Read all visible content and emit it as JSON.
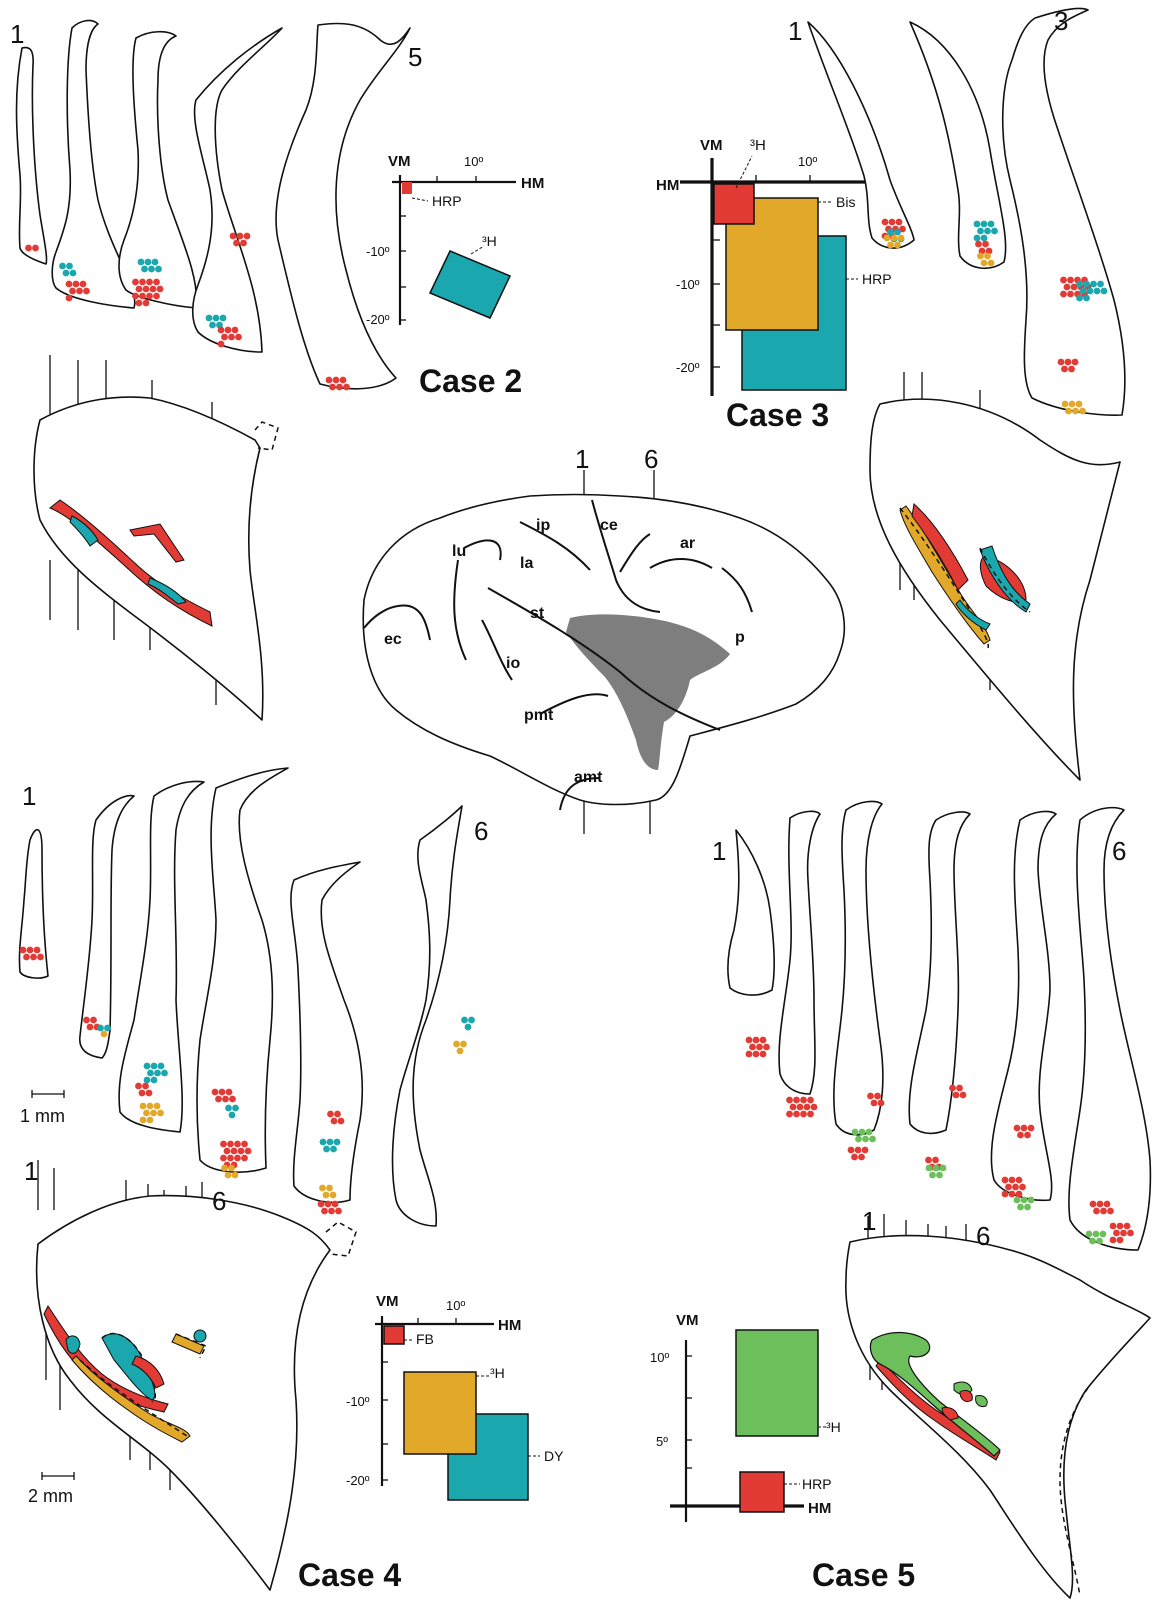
{
  "colors": {
    "red": "#e23a35",
    "cyan": "#1aa7ad",
    "gold": "#e2a82a",
    "green": "#6cbf5a",
    "gray": "#7e7e7e"
  },
  "case2": {
    "title": "Case 2",
    "section_first": "1",
    "section_last": "5",
    "axis_vm": "VM",
    "axis_hm": "HM",
    "tick_10": "10º",
    "tick_m10": "-10º",
    "tick_m20": "-20º",
    "tracer_hrp": "HRP",
    "tracer_3h": "³H"
  },
  "case3": {
    "title": "Case 3",
    "section_first": "1",
    "section_last": "3",
    "axis_vm": "VM",
    "axis_hm": "HM",
    "tick_10": "10º",
    "tick_m10": "-10º",
    "tick_m20": "-20º",
    "tracer_3h": "³H",
    "tracer_bis": "Bis",
    "tracer_hrp": "HRP"
  },
  "brain": {
    "marker_1": "1",
    "marker_6": "6",
    "sulci": [
      "ip",
      "ce",
      "ar",
      "lu",
      "la",
      "st",
      "p",
      "ec",
      "io",
      "pmt",
      "amt"
    ]
  },
  "case4": {
    "title": "Case 4",
    "section_first": "1",
    "section_last": "6",
    "scale_small": "1 mm",
    "scale_flat": "2 mm",
    "flat_first": "1",
    "flat_last": "6",
    "axis_vm": "VM",
    "axis_hm": "HM",
    "tick_10": "10º",
    "tick_m10": "-10º",
    "tick_m20": "-20º",
    "tracer_fb": "FB",
    "tracer_3h": "³H",
    "tracer_dy": "DY"
  },
  "case5": {
    "title": "Case 5",
    "section_first": "1",
    "section_last": "6",
    "flat_first": "1",
    "flat_last": "6",
    "axis_vm": "VM",
    "axis_hm": "HM",
    "tick_10": "10º",
    "tick_5": "5º",
    "tracer_3h": "³H",
    "tracer_hrp": "HRP"
  }
}
